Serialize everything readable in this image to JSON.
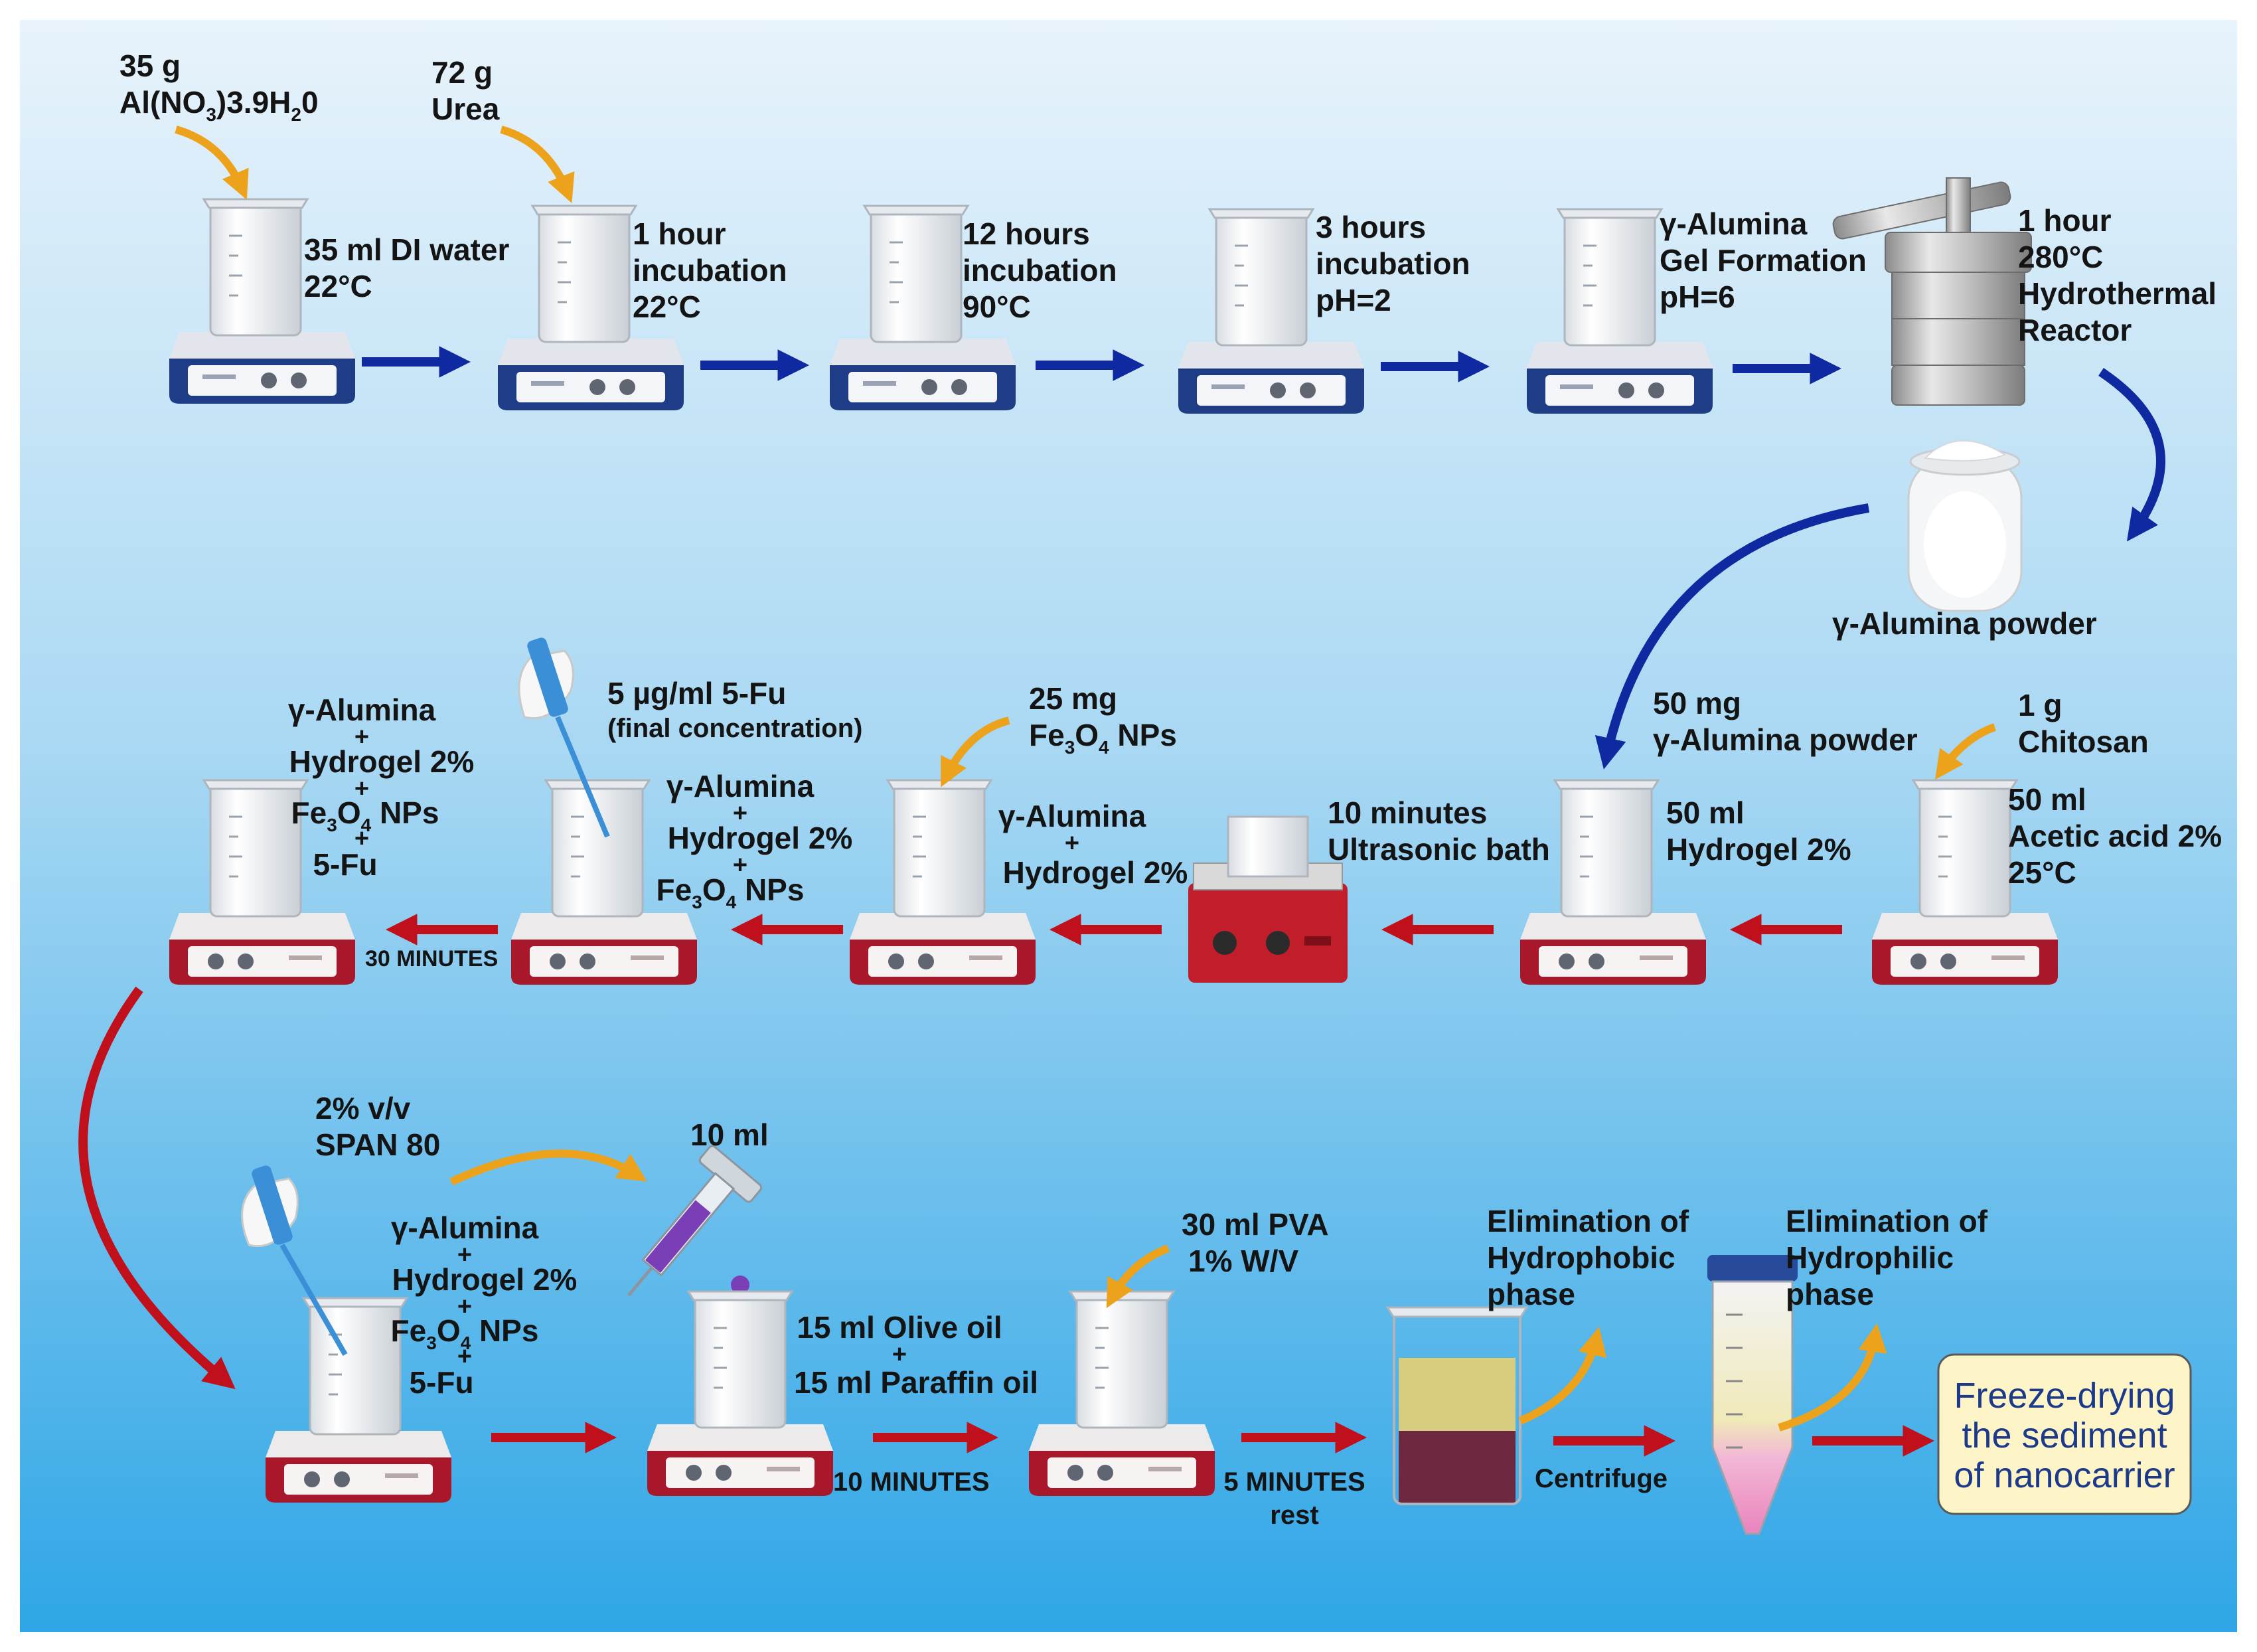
{
  "colors": {
    "bg_top": "#e8f3fb",
    "bg_bottom": "#2fa6e6",
    "blue_arrow": "#0f2aa0",
    "red_arrow": "#c0101c",
    "orange_arrow": "#eda21c",
    "purple_liquid": "#7a3fb6",
    "yellow_liquid": "#e4df7e",
    "maroon_liquid": "#6e2940",
    "gray_liquid": "#666666",
    "final_box": "#fdf4c8"
  },
  "icons": {
    "stirrer": "magnetic-stirrer-icon",
    "beaker": "beaker-icon",
    "reactor": "hydrothermal-reactor-icon",
    "jar": "powder-jar-icon",
    "ultrasonic": "ultrasonic-bath-icon",
    "pipette": "pipette-icon",
    "syringe": "syringe-icon",
    "tube": "centrifuge-tube-icon"
  },
  "row1": {
    "s1": {
      "add": [
        "35 g",
        "Al(NO",
        "3",
        ")3.9H",
        "2",
        "0"
      ],
      "label": [
        "35 ml DI water",
        "22°C"
      ]
    },
    "s2": {
      "add": [
        "72 g",
        "Urea"
      ],
      "label": [
        "1 hour",
        "incubation",
        "22°C"
      ]
    },
    "s3": {
      "label": [
        "12 hours",
        "incubation",
        "90°C"
      ]
    },
    "s4": {
      "label": [
        "3 hours",
        "incubation",
        "pH=2"
      ]
    },
    "s5": {
      "label": [
        "γ-Alumina",
        "Gel Formation",
        "pH=6"
      ]
    },
    "reactor": {
      "label": [
        "1 hour",
        "280°C",
        "Hydrothermal",
        "Reactor"
      ]
    },
    "powder": "γ-Alumina powder"
  },
  "row2": {
    "chitosan": {
      "add": [
        "1 g",
        "Chitosan"
      ],
      "label": [
        "50 ml",
        "Acetic acid 2%",
        "25°C"
      ]
    },
    "hydrogel": {
      "add": [
        "50 mg",
        "γ-Alumina powder"
      ],
      "label": [
        "50 ml",
        "Hydrogel 2%"
      ]
    },
    "ultrasonic": {
      "label": [
        "10 minutes",
        "Ultrasonic bath"
      ]
    },
    "mix1": {
      "add": [
        "25 mg",
        "Fe",
        "3",
        "O",
        "4",
        " NPs"
      ],
      "label": [
        "γ-Alumina",
        "+",
        "Hydrogel 2%"
      ]
    },
    "mix2": {
      "add": [
        "5 µg/ml 5-Fu",
        "(final concentration)"
      ],
      "label": [
        "γ-Alumina",
        "+",
        "Hydrogel 2%",
        "+",
        "Fe",
        "3",
        "O",
        "4",
        " NPs"
      ]
    },
    "mix3": {
      "label": [
        "γ-Alumina",
        "+",
        "Hydrogel 2%",
        "+",
        "Fe",
        "3",
        "O",
        "4",
        " NPs",
        "+",
        "5-Fu"
      ],
      "time": "30 MINUTES"
    }
  },
  "row3": {
    "mix4": {
      "add": [
        "2% v/v",
        "SPAN 80"
      ],
      "label": [
        "γ-Alumina",
        "+",
        "Hydrogel 2%",
        "+",
        "Fe",
        "3",
        "O",
        "4",
        " NPs",
        "+",
        "5-Fu"
      ]
    },
    "syringe": "10 ml",
    "oil": {
      "label": [
        "15 ml Olive oil",
        "+",
        "15 ml Paraffin oil"
      ],
      "time": "10 MINUTES"
    },
    "pva": {
      "add": [
        "30 ml PVA",
        "1% W/V"
      ],
      "time": [
        "5 MINUTES",
        "rest"
      ]
    },
    "elim1": [
      "Elimination of",
      "Hydrophobic",
      "phase"
    ],
    "centrifuge": "Centrifuge",
    "elim2": [
      "Elimination of",
      "Hydrophilic",
      "phase"
    ],
    "final": [
      "Freeze-drying",
      "the sediment",
      "of nanocarrier"
    ]
  }
}
